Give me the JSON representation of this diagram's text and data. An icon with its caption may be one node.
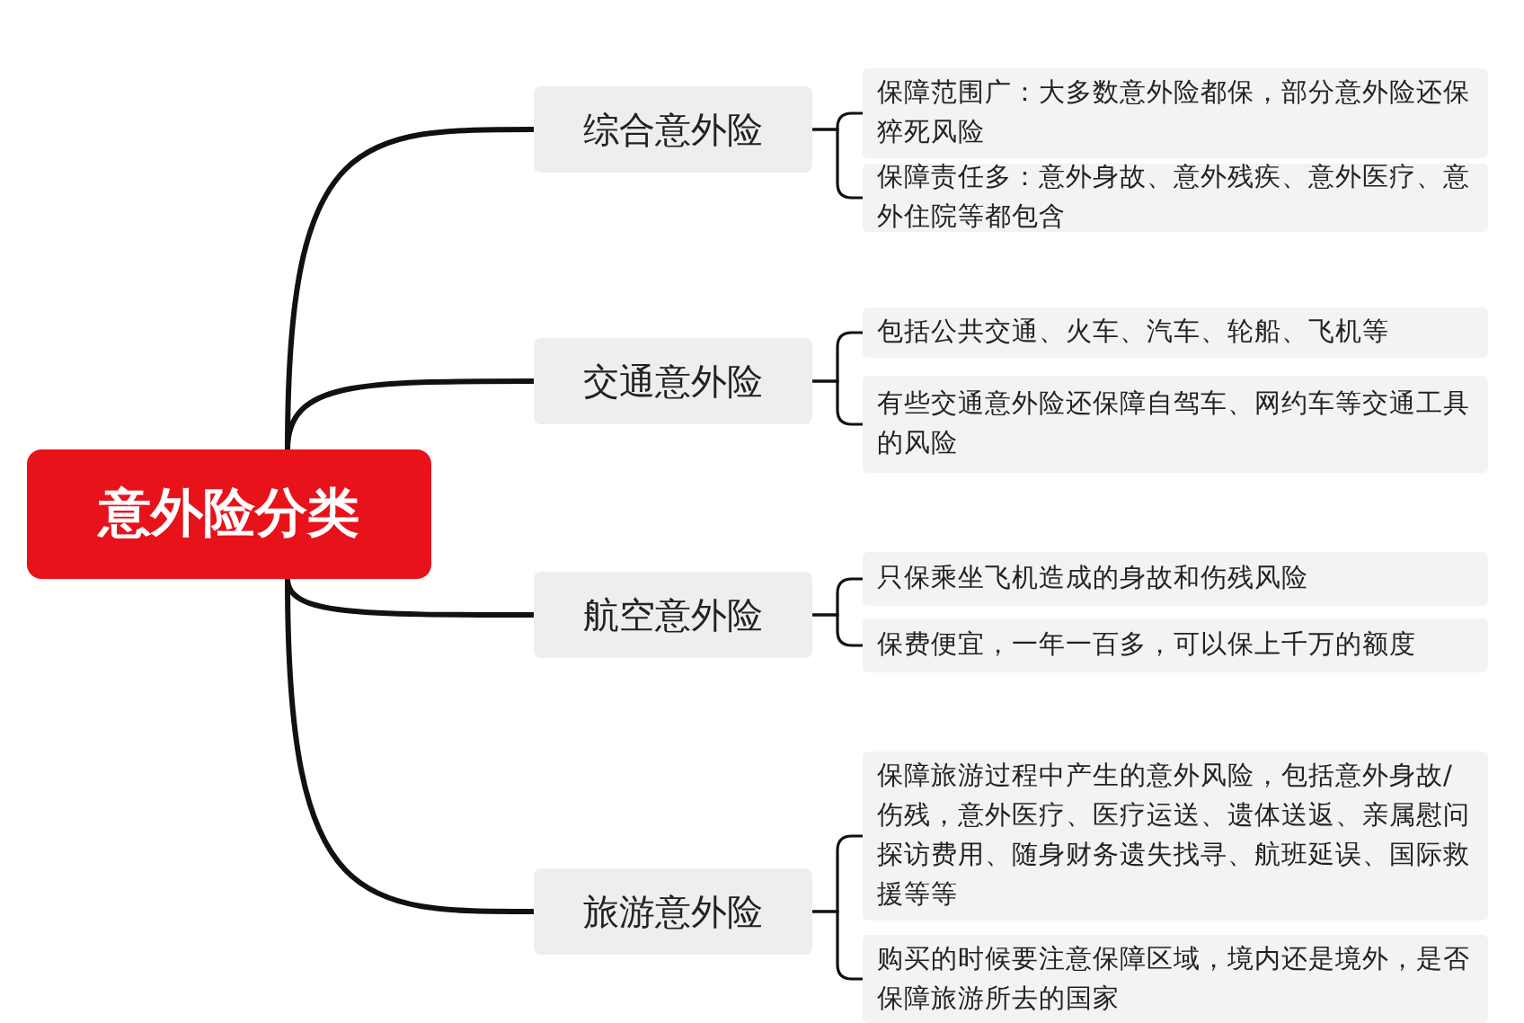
{
  "diagram": {
    "nodes": [
      {
        "text": [
          "意外险分类"
        ]
      },
      {
        "text": [
          "综合意外险"
        ]
      },
      {
        "text": [
          "交通意外险"
        ]
      },
      {
        "text": [
          "航空意外险"
        ]
      },
      {
        "text": [
          "旅游意外险"
        ]
      },
      {
        "text": [
          "保障范围广：大多数意外险都保，部分意外险还保猝死风险"
        ]
      },
      {
        "text": [
          "保障责任多：意外身故、意外残疾、意外医疗、意外住院等都包含"
        ]
      },
      {
        "text": [
          "包括公共交通、火车、汽车、轮船、飞机等"
        ]
      },
      {
        "text": [
          "有些交通意外险还保障自驾车、网约车等交通工具的风险"
        ]
      },
      {
        "text": [
          "只保乘坐飞机造成的身故和伤残风险"
        ]
      },
      {
        "text": [
          "保费便宜，一年一百多，可以保上千万的额度"
        ]
      },
      {
        "text": [
          "保障旅游过程中产生的意外风险，包括意外身故/伤残，意外医疗、医疗运送、遗体送返、亲属慰问探访费用、随身财务遗失找寻、航班延误、国际救援等等"
        ]
      },
      {
        "text": [
          "购买的时候要注意保障区域，境内还是境外，是否保障旅游所去的国家"
        ]
      }
    ],
    "edges": [
      {
        "from": 0,
        "to": 1,
        "arrow": "none"
      },
      {
        "from": 0,
        "to": 2,
        "arrow": "none"
      },
      {
        "from": 0,
        "to": 3,
        "arrow": "none"
      },
      {
        "from": 0,
        "to": 4,
        "arrow": "none"
      },
      {
        "from": 1,
        "to": 5,
        "arrow": "none"
      },
      {
        "from": 1,
        "to": 6,
        "arrow": "none"
      },
      {
        "from": 2,
        "to": 7,
        "arrow": "none"
      },
      {
        "from": 2,
        "to": 8,
        "arrow": "none"
      },
      {
        "from": 3,
        "to": 9,
        "arrow": "none"
      },
      {
        "from": 3,
        "to": 10,
        "arrow": "none"
      },
      {
        "from": 4,
        "to": 11,
        "arrow": "none"
      },
      {
        "from": 4,
        "to": 12,
        "arrow": "none"
      }
    ]
  }
}
